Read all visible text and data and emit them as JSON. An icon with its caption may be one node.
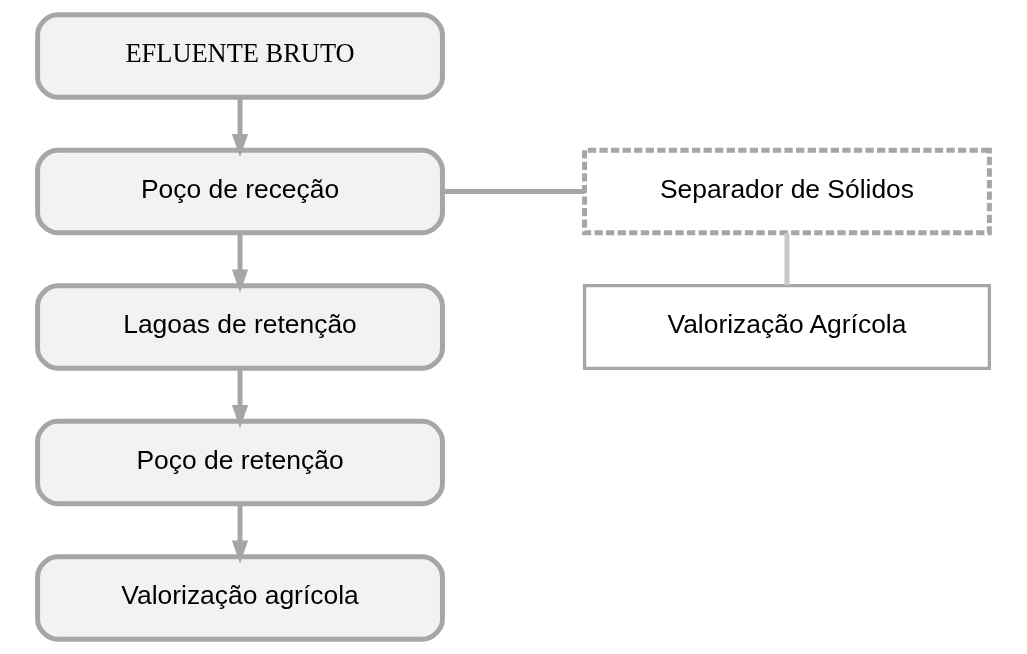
{
  "diagram": {
    "nodes": [
      {
        "text": [
          "EFLUENTE BRUTO"
        ]
      },
      {
        "text": [
          "Poço de receção"
        ]
      },
      {
        "text": [
          "Lagoas de retenção"
        ]
      },
      {
        "text": [
          "Poço de retenção"
        ]
      },
      {
        "text": [
          "Valorização agrícola"
        ]
      },
      {
        "text": [
          "Separador de Sólidos"
        ]
      },
      {
        "text": [
          "Valorização Agrícola"
        ]
      }
    ],
    "edges": [
      {
        "from": 0,
        "to": 1,
        "arrow": "to"
      },
      {
        "from": 1,
        "to": 2,
        "arrow": "to"
      },
      {
        "from": 2,
        "to": 3,
        "arrow": "to"
      },
      {
        "from": 3,
        "to": 4,
        "arrow": "to"
      },
      {
        "from": 1,
        "to": 5,
        "arrow": "none"
      },
      {
        "from": 5,
        "to": 6,
        "arrow": "none",
        "color": "#c8c8c8"
      }
    ]
  }
}
